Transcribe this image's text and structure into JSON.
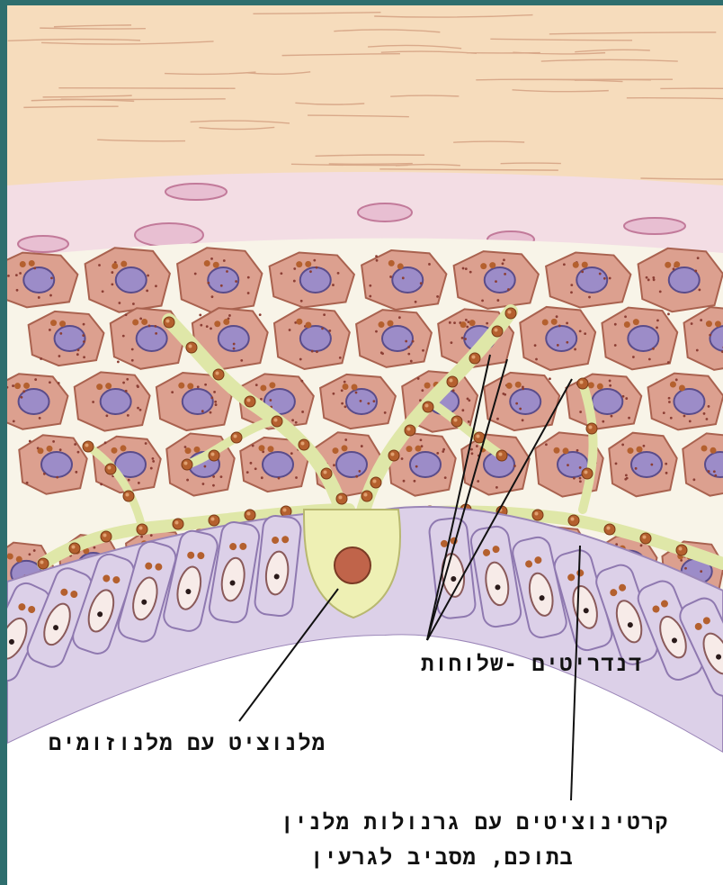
{
  "figure": {
    "labels": {
      "dendrites": "דנדריטים -שלוחות",
      "melanocyte": "מלנוציט עם מלנוזומים",
      "keratinocytes_line1": "קרטינוציטים עם גרנולות מלנין",
      "keratinocytes_line2": "בתוכם, מסביב לגרעין"
    },
    "colors": {
      "frame": "#2e6e6e",
      "dermis": "#f6dcbc",
      "connective_layer": "#f3dde4",
      "keratinocyte": "#dca08f",
      "keratinocyte_nucleus": "#9c8cc8",
      "basal_cell": "#dcd0e8",
      "melanocyte": "#eef0b4",
      "melanosome": "#b4602e",
      "leader_line": "#111111"
    }
  }
}
